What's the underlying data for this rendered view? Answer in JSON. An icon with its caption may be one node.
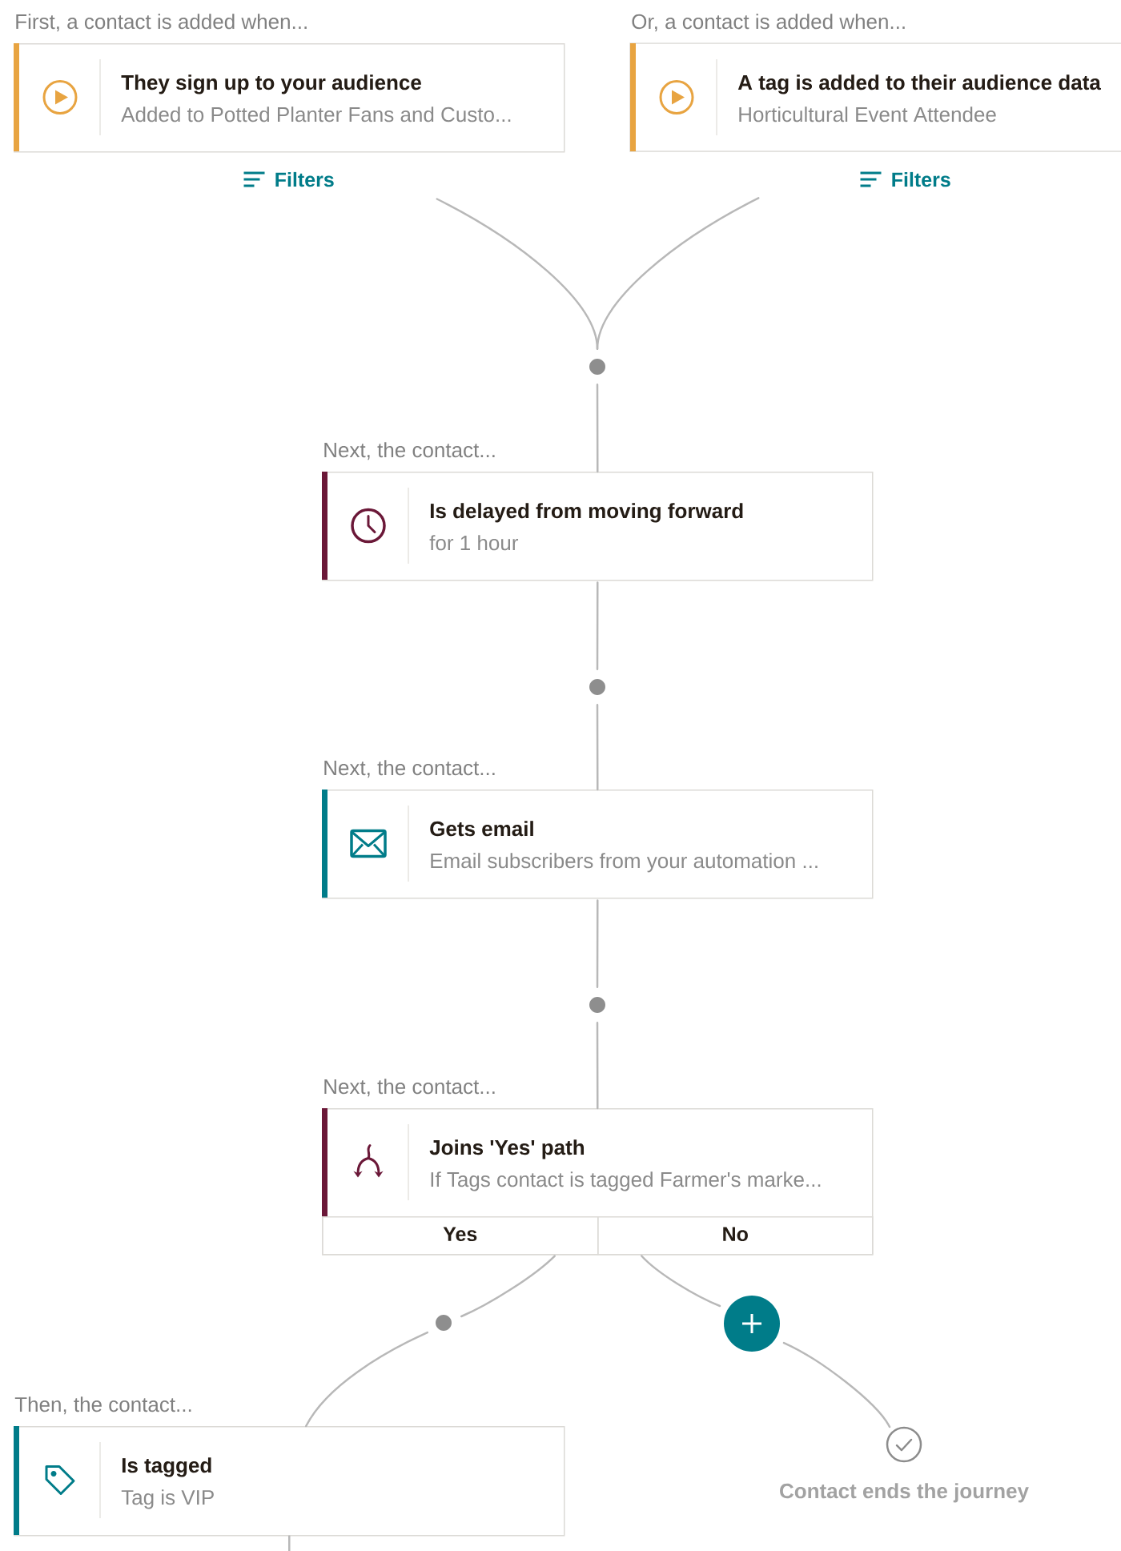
{
  "diagram": {
    "nodes": [
      {
        "text": [
          "First, a contact is added when...",
          "They sign up to your audience",
          "Added to Potted Planter Fans and Custo...",
          "Filters"
        ]
      },
      {
        "text": [
          "Or, a contact is added when...",
          "A tag is added to their audience data",
          "Horticultural Event Attendee",
          "Filters"
        ]
      },
      {
        "text": [],
        "shape": "circle"
      },
      {
        "text": [
          "Next, the contact...",
          "Is delayed from moving forward",
          "for 1 hour"
        ]
      },
      {
        "text": [],
        "shape": "circle"
      },
      {
        "text": [
          "Next, the contact...",
          "Gets email",
          "Email subscribers from your automation ..."
        ]
      },
      {
        "text": [],
        "shape": "circle"
      },
      {
        "text": [
          "Next, the contact...",
          "Joins 'Yes' path",
          "If Tags contact is tagged Farmer's marke..."
        ]
      },
      {
        "text": [
          "Yes"
        ],
        "in": 7
      },
      {
        "text": [
          "No"
        ],
        "in": 7
      },
      {
        "text": [],
        "shape": "circle"
      },
      {
        "text": [],
        "shape": "circle"
      },
      {
        "text": [],
        "shape": "circle",
        "beside": [
          "Contact ends the journey"
        ]
      },
      {
        "text": [
          "Then, the contact...",
          "Is tagged",
          "Tag is VIP"
        ]
      }
    ],
    "edges": [
      {
        "from": 0,
        "to": 2,
        "arrow": "none"
      },
      {
        "from": 1,
        "to": 2,
        "arrow": "none"
      },
      {
        "from": 2,
        "to": 3,
        "arrow": "none"
      },
      {
        "from": 3,
        "to": 4,
        "arrow": "none"
      },
      {
        "from": 4,
        "to": 5,
        "arrow": "none"
      },
      {
        "from": 5,
        "to": 6,
        "arrow": "none"
      },
      {
        "from": 6,
        "to": 7,
        "arrow": "none"
      },
      {
        "from": 8,
        "to": 10,
        "arrow": "none"
      },
      {
        "from": 10,
        "to": 13,
        "arrow": "none"
      },
      {
        "from": 9,
        "to": 11,
        "arrow": "none"
      },
      {
        "from": 11,
        "to": 12,
        "arrow": "none"
      },
      {
        "from": 13,
        "to": null,
        "arrow": "none"
      }
    ]
  }
}
